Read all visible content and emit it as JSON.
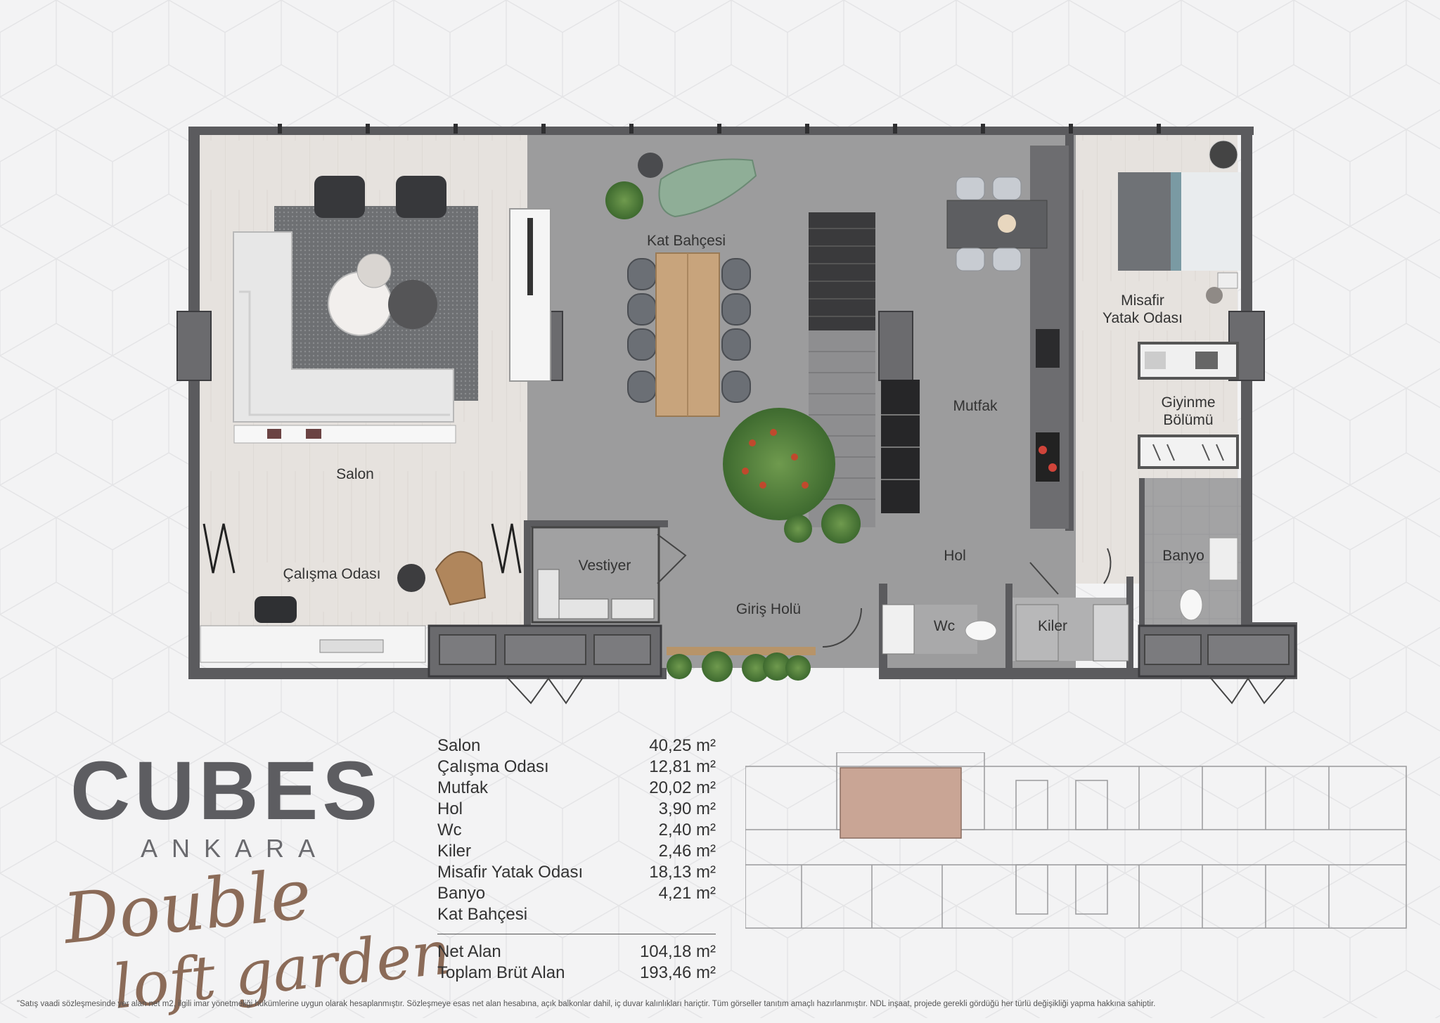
{
  "rooms": {
    "salon": "Salon",
    "calisma": "Çalışma Odası",
    "kat_bahcesi": "Kat Bahçesi",
    "mutfak": "Mutfak",
    "misafir": "Misafir\nYatak Odası",
    "giyinme": "Giyinme\nBölümü",
    "vestiyer": "Vestiyer",
    "giris": "Giriş Holü",
    "hol": "Hol",
    "wc": "Wc",
    "kiler": "Kiler",
    "banyo": "Banyo"
  },
  "brand": {
    "name": "CUBES",
    "city": "ANKARA",
    "script_line1": "Double",
    "script_line2": "loft garden"
  },
  "areas": [
    {
      "name": "Salon",
      "value": "40,25 m²"
    },
    {
      "name": "Çalışma Odası",
      "value": "12,81 m²"
    },
    {
      "name": "Mutfak",
      "value": "20,02 m²"
    },
    {
      "name": "Hol",
      "value": "3,90 m²"
    },
    {
      "name": "Wc",
      "value": "2,40 m²"
    },
    {
      "name": "Kiler",
      "value": "2,46 m²"
    },
    {
      "name": "Misafir Yatak Odası",
      "value": "18,13 m²"
    },
    {
      "name": "Banyo",
      "value": "4,21 m²"
    },
    {
      "name": "Kat Bahçesi",
      "value": ""
    }
  ],
  "totals": [
    {
      "name": "Net Alan",
      "value": "104,18 m²"
    },
    {
      "name": "Toplam Brüt Alan",
      "value": "193,46 m²"
    }
  ],
  "disclaimer": "\"Satış vaadi sözleşmesinde yer alan net m2, ilgili imar yönetmeliği hükümlerine uygun olarak hesaplanmıştır. Sözleşmeye esas net alan hesabına, açık balkonlar dahil, iç duvar kalınlıkları hariçtir. Tüm görseller tanıtım amaçlı hazırlanmıştır. NDL inşaat, projede gerekli gördüğü her türlü değişikliği yapma hakkına sahiptir.",
  "colors": {
    "wall": "#5b5b5e",
    "wood_floor": "#e3dfdb",
    "concrete": "#9b9b9c",
    "keyplan_highlight": "#c9a595",
    "brand_text": "#5d5d61",
    "script": "#8b6b58"
  }
}
